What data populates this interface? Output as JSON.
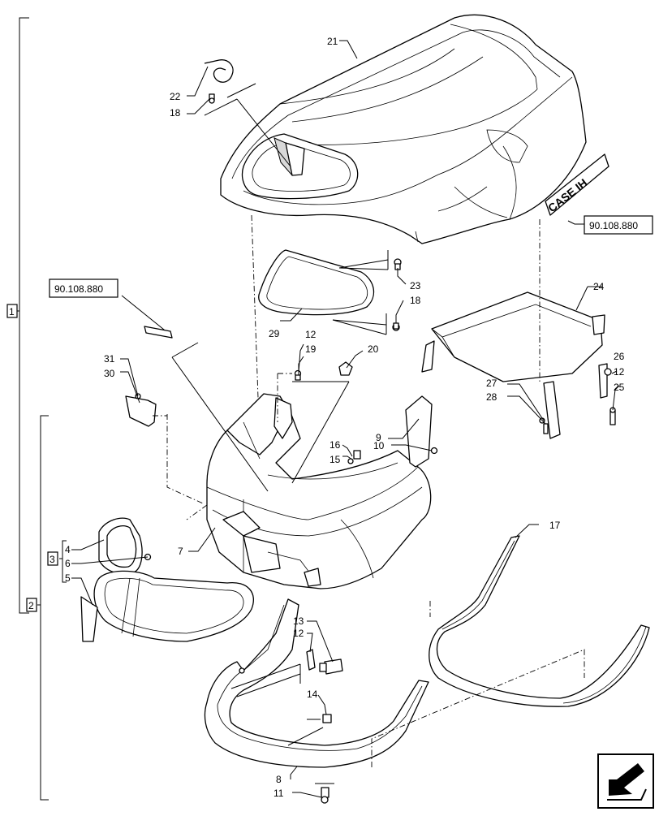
{
  "callouts": {
    "c1": "1",
    "c2": "2",
    "c3": "3",
    "c4": "4",
    "c5": "5",
    "c6": "6",
    "c7": "7",
    "c8": "8",
    "c9": "9",
    "c10": "10",
    "c11": "11",
    "c12": "12",
    "c13": "13",
    "c14": "14",
    "c15": "15",
    "c16": "16",
    "c17": "17",
    "c18": "18",
    "c19": "19",
    "c20": "20",
    "c21": "21",
    "c22": "22",
    "c23": "23",
    "c24": "24",
    "c25": "25",
    "c26": "26",
    "c27": "27",
    "c28": "28",
    "c29": "29",
    "c30": "30",
    "c31": "31"
  },
  "references": {
    "ref_top": "90.108.880",
    "ref_left": "90.108.880"
  },
  "decal": {
    "brand": "CASE IH"
  },
  "nav_icon": "arrow-next-page-icon"
}
